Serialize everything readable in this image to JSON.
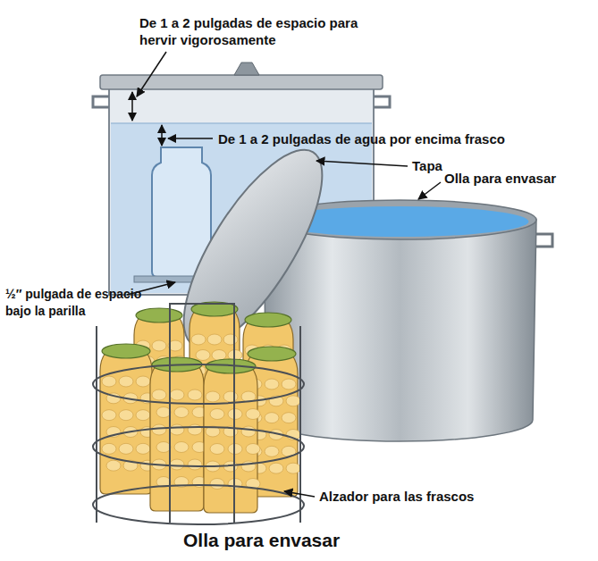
{
  "diagram": {
    "caption": "Olla para envasar",
    "labels": [
      "De 1 a 2 pulgadas de espacio para hervir vigorosamente",
      "De 1 a 2 pulgadas de agua por encima frasco",
      "Tapa",
      "Olla para envasar",
      "½″ pulgada de espacio bajo la parilla",
      "Alzador para las frascos"
    ]
  }
}
